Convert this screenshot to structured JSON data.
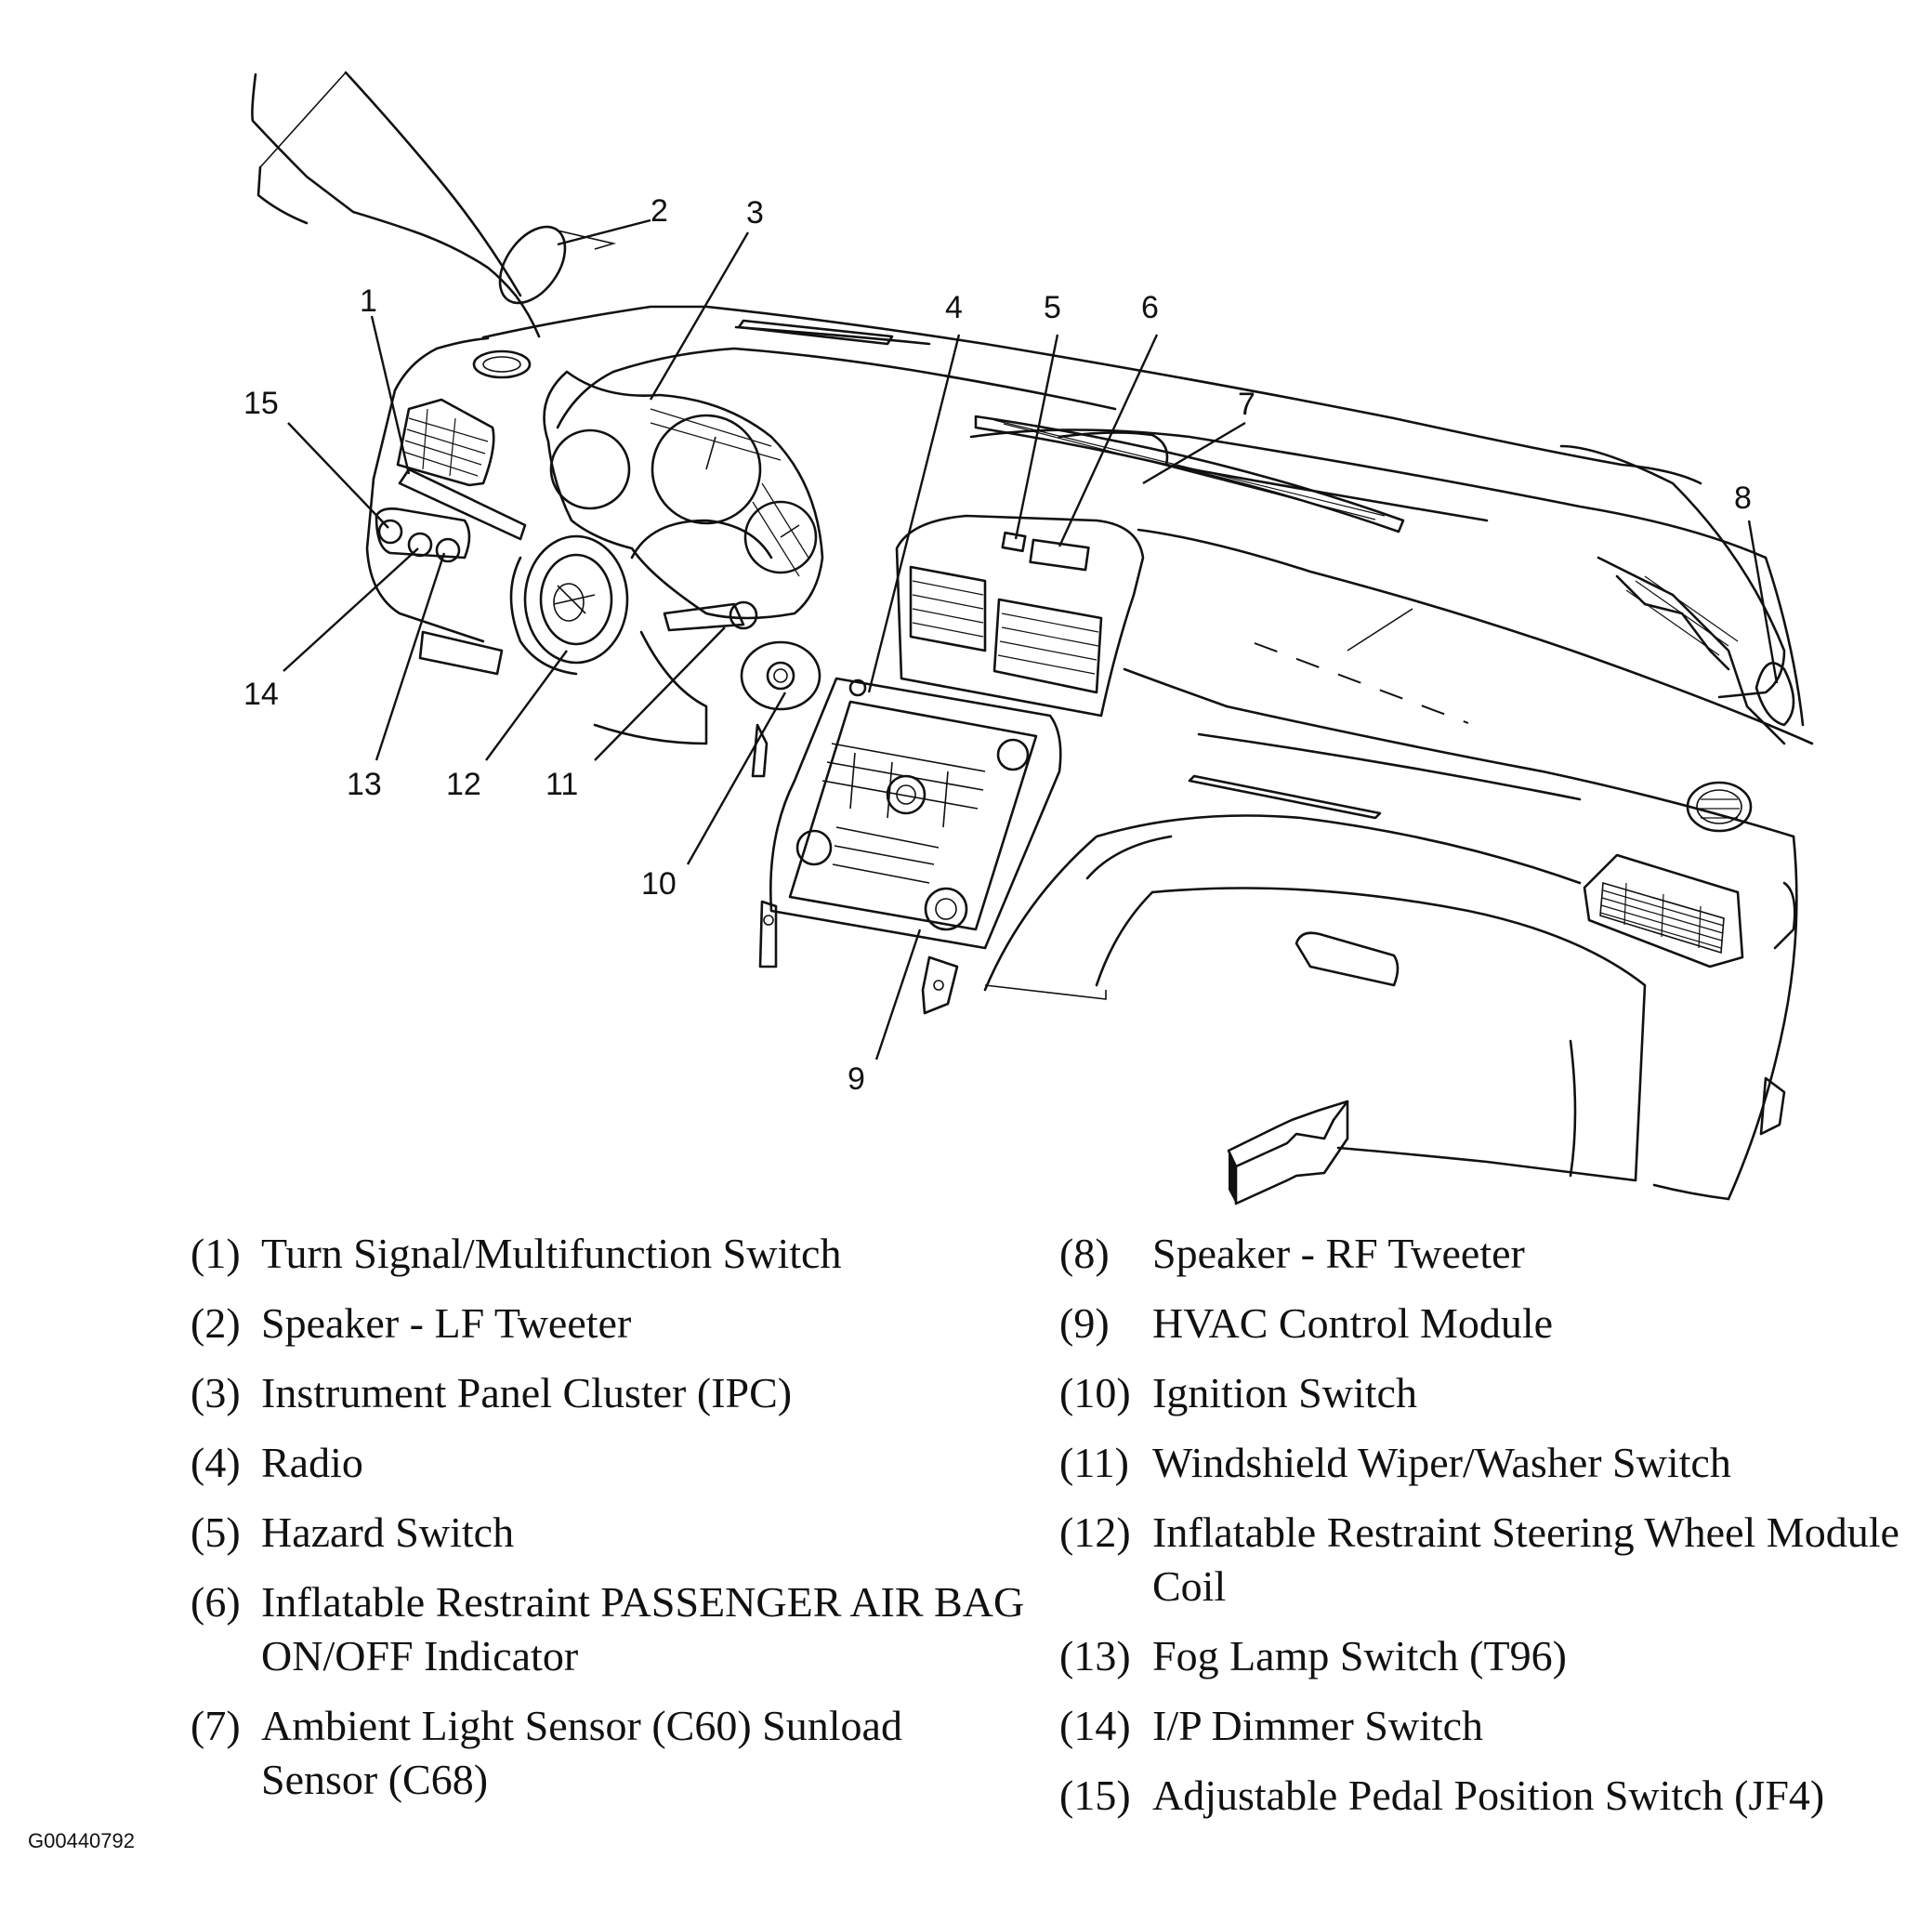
{
  "callouts": [
    "1",
    "2",
    "3",
    "4",
    "5",
    "6",
    "7",
    "8",
    "9",
    "10",
    "11",
    "12",
    "13",
    "14",
    "15"
  ],
  "legend": {
    "left": [
      {
        "num": "(1)",
        "text": "Turn Signal/Multifunction Switch"
      },
      {
        "num": "(2)",
        "text": "Speaker - LF Tweeter"
      },
      {
        "num": "(3)",
        "text": "Instrument Panel Cluster (IPC)"
      },
      {
        "num": "(4)",
        "text": "Radio"
      },
      {
        "num": "(5)",
        "text": "Hazard Switch"
      },
      {
        "num": "(6)",
        "text": "Inflatable Restraint PASSENGER AIR BAG ON/OFF Indicator"
      },
      {
        "num": "(7)",
        "text": "Ambient Light Sensor (C60) Sunload Sensor (C68)"
      }
    ],
    "right": [
      {
        "num": "(8)",
        "text": "Speaker - RF Tweeter"
      },
      {
        "num": "(9)",
        "text": "HVAC Control Module"
      },
      {
        "num": "(10)",
        "text": "Ignition Switch"
      },
      {
        "num": "(11)",
        "text": "Windshield Wiper/Washer Switch"
      },
      {
        "num": "(12)",
        "text": "Inflatable Restraint Steering Wheel Module Coil"
      },
      {
        "num": "(13)",
        "text": "Fog Lamp Switch (T96)"
      },
      {
        "num": "(14)",
        "text": "I/P Dimmer Switch"
      },
      {
        "num": "(15)",
        "text": "Adjustable Pedal Position Switch (JF4)"
      }
    ]
  },
  "figure_id": "G00440792"
}
